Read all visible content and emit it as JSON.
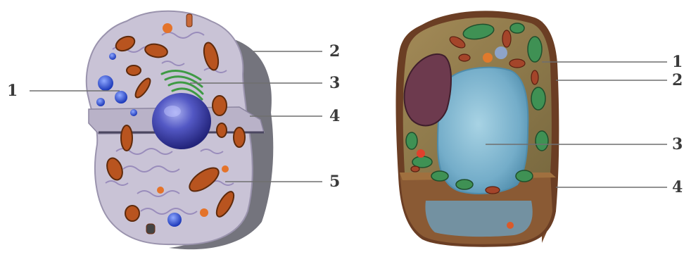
{
  "animal_cell": {
    "labels": [
      "1",
      "2",
      "3",
      "4",
      "5"
    ]
  },
  "plant_cell": {
    "labels": [
      "1",
      "2",
      "3",
      "4"
    ]
  },
  "colors": {
    "cytoplasm": "#c9c3d6",
    "er": "#8e7fb5",
    "mitochondria": "#b8541f",
    "nucleus": "#4848b0",
    "golgi": "#3e9a44",
    "shadow": "#5c5c66",
    "vacuole": "#7fb5cf",
    "cell_wall": "#6b3e24",
    "chloroplast": "#3f9154",
    "plant_cytoplasm": "#8e7b4c",
    "leader_line": "#6f6f6f"
  }
}
